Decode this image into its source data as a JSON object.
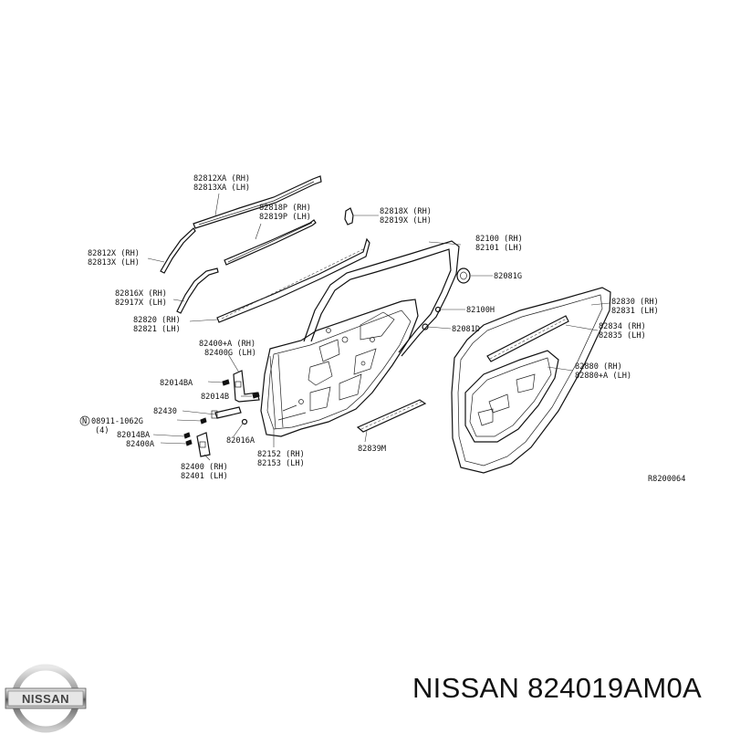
{
  "labels": {
    "l_82812xa": "82812XA (RH)",
    "l_82813xa": "82813XA (LH)",
    "l_82818p": "82818P (RH)",
    "l_82819p": "82819P (LH)",
    "l_82818x": "82818X (RH)",
    "l_82819x": "82819X (LH)",
    "l_82100": "82100 (RH)",
    "l_82101": "82101 (LH)",
    "l_82812x": "82812X (RH)",
    "l_82813x": "82813X (LH)",
    "l_82081g": "82081G",
    "l_82816x": "82816X (RH)",
    "l_82817x": "82917X (LH)",
    "l_82100h": "82100H",
    "l_82830": "82830 (RH)",
    "l_82831": "82831 (LH)",
    "l_82820": "82820 (RH)",
    "l_82821": "82821 (LH)",
    "l_82081d": "82081D",
    "l_82834": "82834 (RH)",
    "l_82835": "82835 (LH)",
    "l_82400a": "82400+A (RH)",
    "l_82400g": "82400G (LH)",
    "l_82880": "82880 (RH)",
    "l_82880a": "82880+A (LH)",
    "l_82014ba_1": "82014BA",
    "l_82014b": "82014B",
    "l_82430": "82430",
    "l_n": "N",
    "l_08911": "08911-1062G",
    "l_qty4": "(4)",
    "l_82014ba_2": "82014BA",
    "l_82016a": "82016A",
    "l_82400a_2": "82400A",
    "l_82152": "82152 (RH)",
    "l_82153": "82153 (LH)",
    "l_82839m": "82839M",
    "l_82400": "82400 (RH)",
    "l_82401": "82401 (LH)",
    "l_ref": "R8200064"
  },
  "brand_caption": "NISSAN 824019AM0A",
  "logo_text": "NISSAN"
}
